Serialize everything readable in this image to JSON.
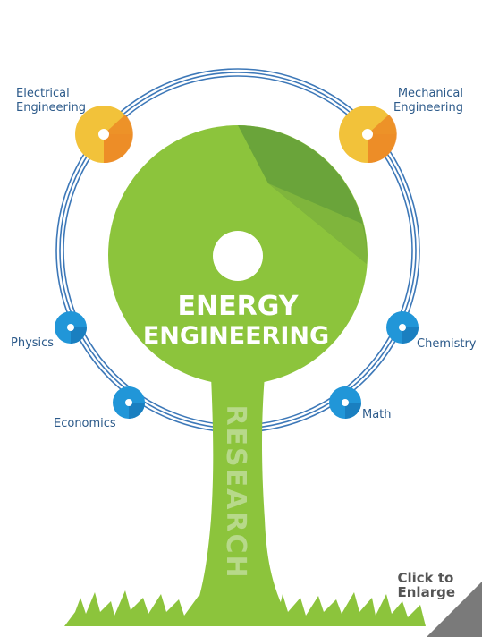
{
  "center": {
    "line1": "ENERGY",
    "line2": "ENGINEERING"
  },
  "trunk_label": "RESEARCH",
  "nodes": [
    {
      "key": "electrical",
      "lines": [
        "Electrical",
        "Engineering"
      ],
      "kind": "major"
    },
    {
      "key": "mechanical",
      "lines": [
        "Mechanical",
        "Engineering"
      ],
      "kind": "major"
    },
    {
      "key": "physics",
      "lines": [
        "Physics"
      ],
      "kind": "minor"
    },
    {
      "key": "chemistry",
      "lines": [
        "Chemistry"
      ],
      "kind": "minor"
    },
    {
      "key": "economics",
      "lines": [
        "Economics"
      ],
      "kind": "minor"
    },
    {
      "key": "math",
      "lines": [
        "Math"
      ],
      "kind": "minor"
    }
  ],
  "enlarge": {
    "line1": "Click to",
    "line2": "Enlarge"
  },
  "colors": {
    "green_light": "#8cc43c",
    "green_dark": "#6aa43a",
    "orbit_blue": "#3d78b8",
    "node_blue": "#2196d8",
    "node_yellow": "#f2c23a",
    "node_orange": "#ec8a26",
    "label_text": "#2c5a8a",
    "enlarge_triangle": "#7a7a7a"
  }
}
